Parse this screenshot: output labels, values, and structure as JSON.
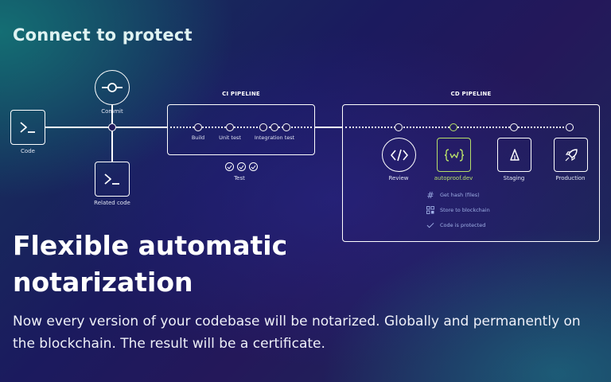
{
  "headline": {
    "small": "Connect to protect",
    "big_line1": "Flexible automatic",
    "big_line2": "notarization",
    "description": "Now every version of your codebase will be notarized. Globally and permanently on the blockchain. The result will be a certificate."
  },
  "source": {
    "code_label": "Code",
    "commit_label": "Commit",
    "related_label": "Related code",
    "terminal_icon": "terminal-icon",
    "commit_icon": "commit-icon"
  },
  "ci": {
    "title": "CI PIPELINE",
    "stages": [
      "Build",
      "Unit test",
      "Integration test"
    ],
    "test_label": "Test"
  },
  "cd": {
    "title": "CD PIPELINE",
    "steps": [
      {
        "label": "Review",
        "icon": "code-brackets-icon"
      },
      {
        "label": "autoproof.dev",
        "icon": "autoproof-logo-icon"
      },
      {
        "label": "Staging",
        "icon": "flask-icon"
      },
      {
        "label": "Production",
        "icon": "rocket-icon"
      }
    ],
    "features": [
      "Get hash (files)",
      "Store to blockchain",
      "Code is protected"
    ]
  },
  "colors": {
    "accent": "#b8e06a",
    "muted_text": "#9fb0e6",
    "line": "#ffffff"
  }
}
